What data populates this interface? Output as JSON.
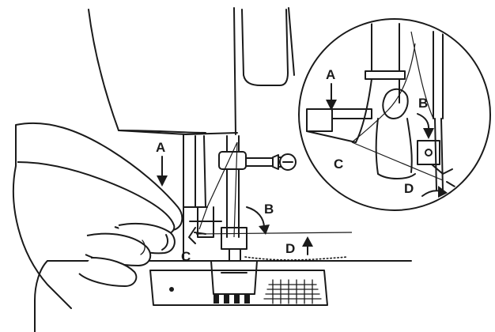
{
  "labels": {
    "main": {
      "a": "A",
      "b": "B",
      "c": "C",
      "d": "D"
    },
    "detail": {
      "a": "A",
      "b": "B",
      "c": "C",
      "d": "D"
    }
  },
  "colors": {
    "ink": "#1a1a1a",
    "paper": "#ffffff"
  }
}
